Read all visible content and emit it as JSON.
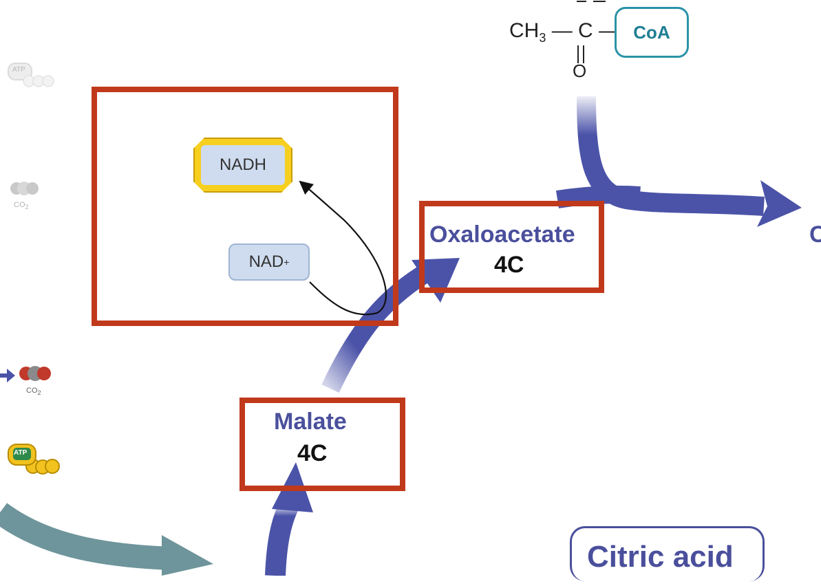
{
  "formula": {
    "methyl": "CH",
    "methyl_sub": "3",
    "dash": "—",
    "carbon": "C",
    "oxygen": "O",
    "coa": "CoA"
  },
  "compounds": {
    "oxaloacetate": {
      "name": "Oxaloacetate",
      "carbons": "4C"
    },
    "malate": {
      "name": "Malate",
      "carbons": "4C"
    },
    "edge_partial": "C"
  },
  "cofactors": {
    "nadh": "NADH",
    "nad": "NAD",
    "nad_charge": "+",
    "co2": "CO",
    "co2_sub": "2",
    "atp": "ATP"
  },
  "cycle_label": "Citric acid",
  "colors": {
    "cycle_arrow": "#4b53a8",
    "input_arrow": "#6e959b",
    "highlight_box": "#c0391b",
    "nadh_border": "#f7cf1e",
    "coa_border": "#2a93a8"
  }
}
